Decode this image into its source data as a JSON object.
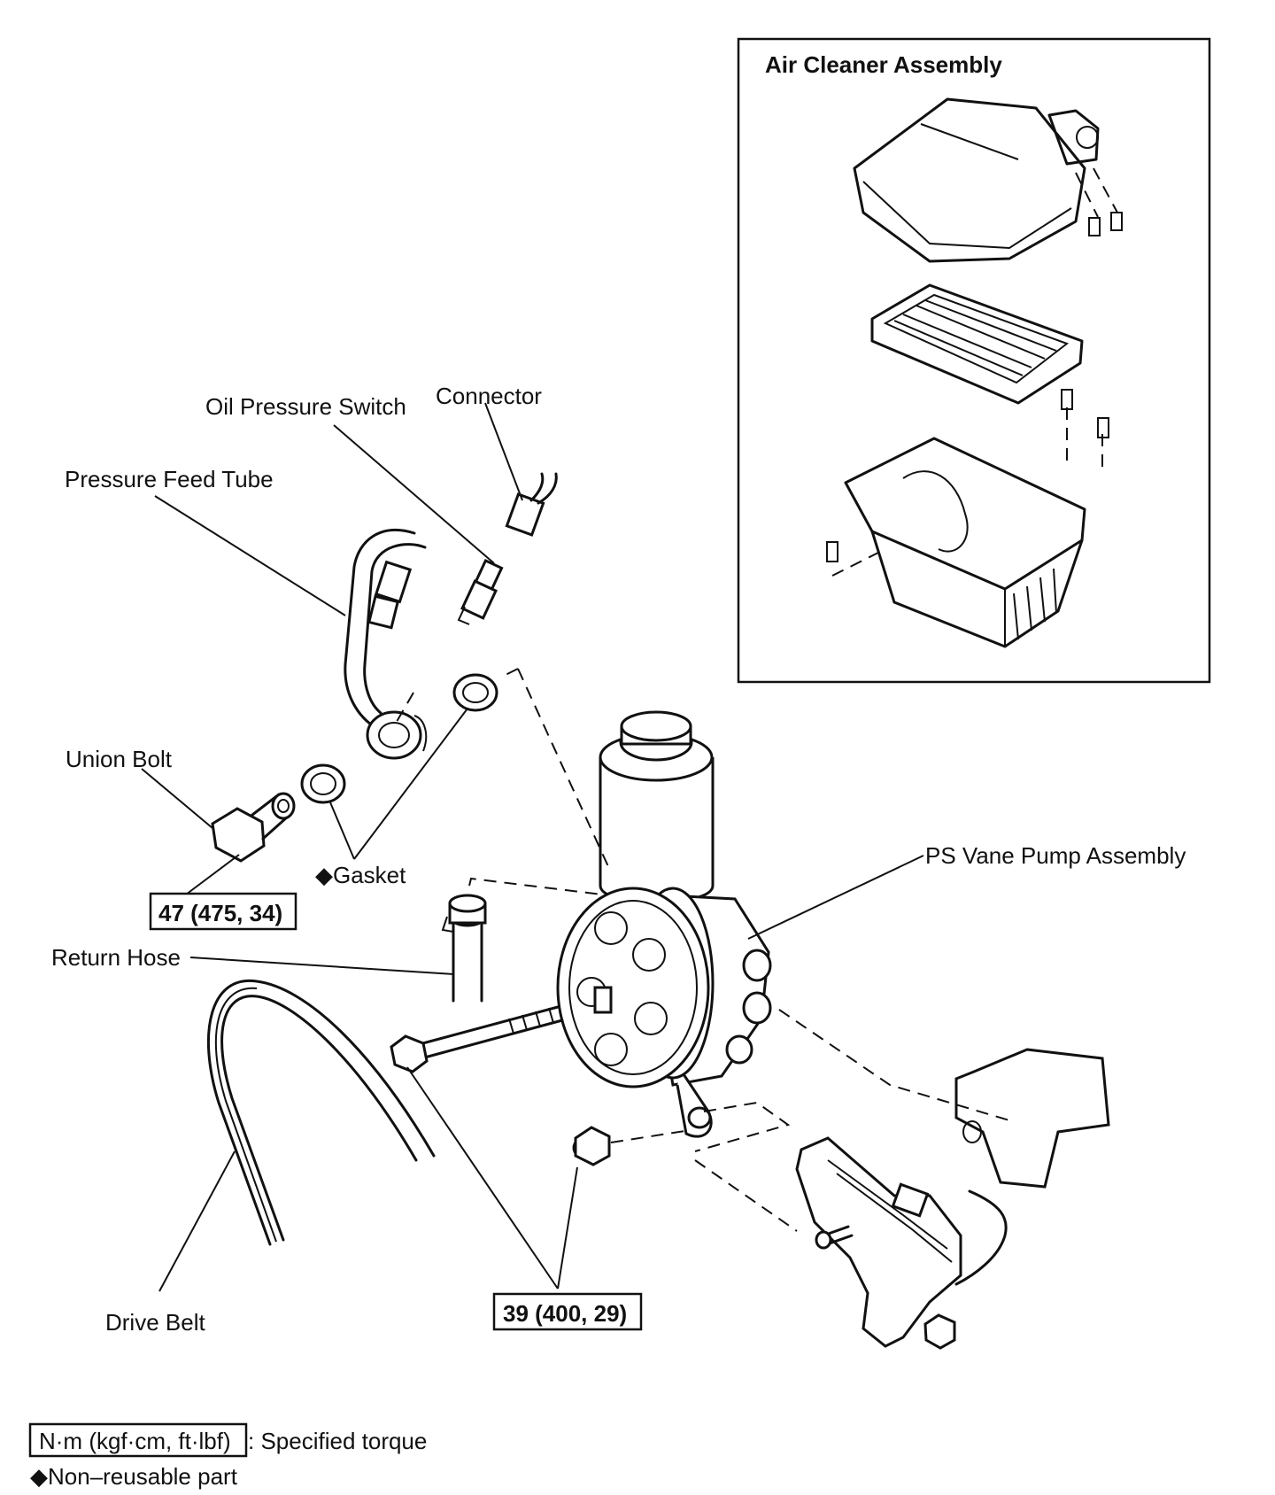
{
  "inset": {
    "title": "Air Cleaner Assembly"
  },
  "labels": {
    "oil_pressure_switch": "Oil Pressure Switch",
    "connector": "Connector",
    "pressure_feed_tube": "Pressure Feed Tube",
    "union_bolt": "Union Bolt",
    "gasket": "◆Gasket",
    "ps_vane_pump": "PS Vane Pump Assembly",
    "return_hose": "Return Hose",
    "drive_belt": "Drive Belt"
  },
  "torques": {
    "union_bolt": "47 (475, 34)",
    "mount_bolts": "39 (400, 29)"
  },
  "legend": {
    "torque_box": "N·m (kgf·cm, ft·lbf)",
    "torque_text": ": Specified torque",
    "nonreusable": "◆Non–reusable part"
  },
  "icons": {
    "nonreusable_marker": "black-diamond-icon"
  }
}
